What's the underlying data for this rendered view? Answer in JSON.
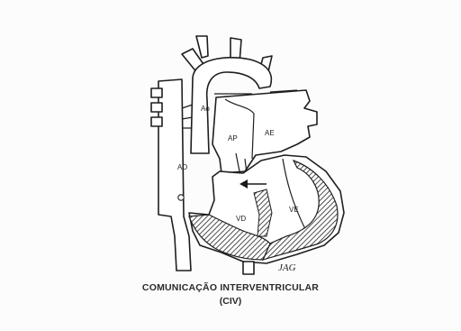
{
  "diagram": {
    "labels": {
      "ao": "Ao",
      "ap": "AP",
      "ae": "AE",
      "ad": "AD",
      "vd": "VD",
      "ve": "VE"
    },
    "signature": "JAG",
    "caption_line1": "COMUNICAÇÃO INTERVENTRICULAR",
    "caption_line2": "(CIV)"
  }
}
